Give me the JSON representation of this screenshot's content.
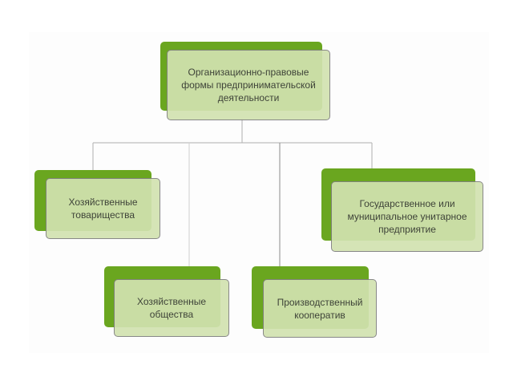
{
  "diagram": {
    "root": {
      "label": "Организационно-правовые\nформы предпринимательской\nдеятельности"
    },
    "children": [
      {
        "id": "partnerships",
        "label": "Хозяйственные\nтоварищества"
      },
      {
        "id": "companies",
        "label": "Хозяйственные\nобщества"
      },
      {
        "id": "cooperative",
        "label": "Производственный\nкооператив"
      },
      {
        "id": "unitary",
        "label": "Государственное или\nмуниципальное унитарное\nпредприятие"
      }
    ],
    "colors": {
      "accent": "#6aa61f",
      "box_fill": "#d2e2b0",
      "box_border": "#7f7f7f",
      "connector": "#b0b0b0",
      "text": "#3b3b3b"
    }
  }
}
